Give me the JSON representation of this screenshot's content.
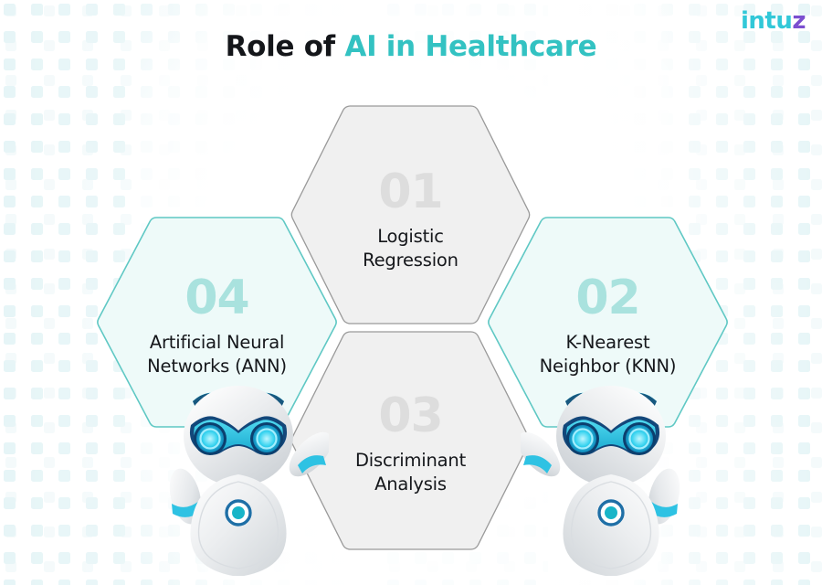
{
  "logo": {
    "main_text": "intu",
    "accent_text": "z",
    "main_color": "#32c8d8",
    "accent_color": "#7b4fd0"
  },
  "header": {
    "title_plain": "Role of ",
    "title_accent": "AI in Healthcare",
    "plain_color": "#14161a",
    "accent_color": "#33c2c2"
  },
  "theme": {
    "teal": "#33c2c2",
    "cyan_fill": "#eefaf9",
    "cyan_stroke": "#5fc8c4",
    "cyan_number": "#a9e2de",
    "gray_fill": "#f0f0f0",
    "gray_stroke": "#9a9a9a",
    "gray_number": "#dddddd",
    "text_dark": "#15171b",
    "background": "#ffffff",
    "pattern_dot": "#e4f4f6",
    "robot_body": "#e9ebec",
    "robot_accent": "#29c3e0",
    "robot_outline": "#0f4a78"
  },
  "items": [
    {
      "number": "01",
      "label": "Logistic Regression",
      "label_line1": "Logistic",
      "label_line2": "Regression",
      "style": "gray",
      "position": "top-center"
    },
    {
      "number": "02",
      "label": "K-Nearest Neighbor (KNN)",
      "label_line1": "K-Nearest",
      "label_line2": "Neighbor (KNN)",
      "style": "cyan",
      "position": "right"
    },
    {
      "number": "03",
      "label": "Discriminant Analysis",
      "label_line1": "Discriminant",
      "label_line2": "Analysis",
      "style": "gray",
      "position": "bottom-center"
    },
    {
      "number": "04",
      "label": "Artificial Neural Networks (ANN)",
      "label_line1": "Artificial Neural",
      "label_line2": "Networks (ANN)",
      "style": "cyan",
      "position": "left"
    }
  ],
  "decorations": {
    "robot_left_name": "robot-mascot-left",
    "robot_right_name": "robot-mascot-right",
    "pattern_name": "dotted-grid-pattern"
  }
}
